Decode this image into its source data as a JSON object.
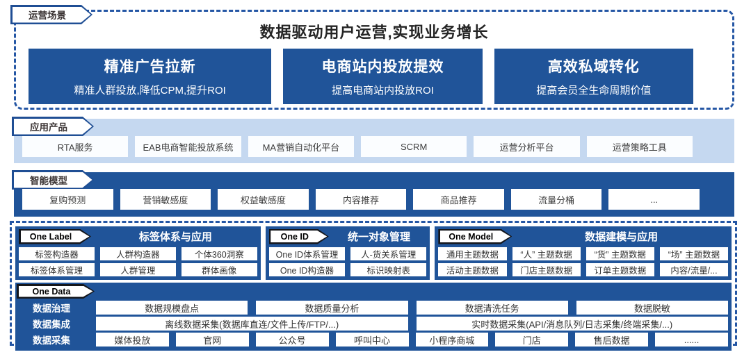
{
  "colors": {
    "primary_blue": "#205499",
    "light_band_blue": "#c5d8f0",
    "dashed_border_blue": "#2456a4",
    "tag_border_blue": "#1f4e94",
    "tag_border_dark": "#15171c"
  },
  "scenarios": {
    "tag": "运营场景",
    "title": "数据驱动用户运营,实现业务增长",
    "cards": [
      {
        "title": "精准广告拉新",
        "subtitle": "精准人群投放,降低CPM,提升ROI"
      },
      {
        "title": "电商站内投放提效",
        "subtitle": "提高电商站内投放ROI"
      },
      {
        "title": "高效私域转化",
        "subtitle": "提高会员全生命周期价值"
      }
    ]
  },
  "products": {
    "tag": "应用产品",
    "items": [
      "RTA服务",
      "EAB电商智能投放系统",
      "MA营销自动化平台",
      "SCRM",
      "运营分析平台",
      "运营策略工具"
    ]
  },
  "models": {
    "tag": "智能模型",
    "items": [
      "复购预测",
      "营销敏感度",
      "权益敏感度",
      "内容推荐",
      "商品推荐",
      "流量分桶",
      "..."
    ]
  },
  "one_label": {
    "tag": "One Label",
    "title": "标签体系与应用",
    "row1": [
      "标签构造器",
      "人群构造器",
      "个体360洞察"
    ],
    "row2": [
      "标签体系管理",
      "人群管理",
      "群体画像"
    ]
  },
  "one_id": {
    "tag": "One ID",
    "title": "统一对象管理",
    "row1": [
      "One ID体系管理",
      "人-货关系管理"
    ],
    "row2": [
      "One ID构造器",
      "标识映射表"
    ]
  },
  "one_model": {
    "tag": "One Model",
    "title": "数据建模与应用",
    "row1": [
      "通用主题数据",
      "“人” 主题数据",
      "“货” 主题数据",
      "“场” 主题数据"
    ],
    "row2": [
      "活动主题数据",
      "门店主题数据",
      "订单主题数据",
      "内容/流量/..."
    ]
  },
  "one_data": {
    "tag": "One Data",
    "governance": {
      "label": "数据治理",
      "items": [
        "数据规模盘点",
        "数据质量分析",
        "数据清洗任务",
        "数据脱敏"
      ]
    },
    "integration": {
      "label": "数据集成",
      "items": [
        "离线数据采集(数据库直连/文件上传/FTP/...)",
        "实时数据采集(API/消息队列/日志采集/终端采集/...)"
      ]
    },
    "collection": {
      "label": "数据采集",
      "items": [
        "媒体投放",
        "官网",
        "公众号",
        "呼叫中心",
        "小程序商城",
        "门店",
        "售后数据",
        "......"
      ]
    }
  }
}
